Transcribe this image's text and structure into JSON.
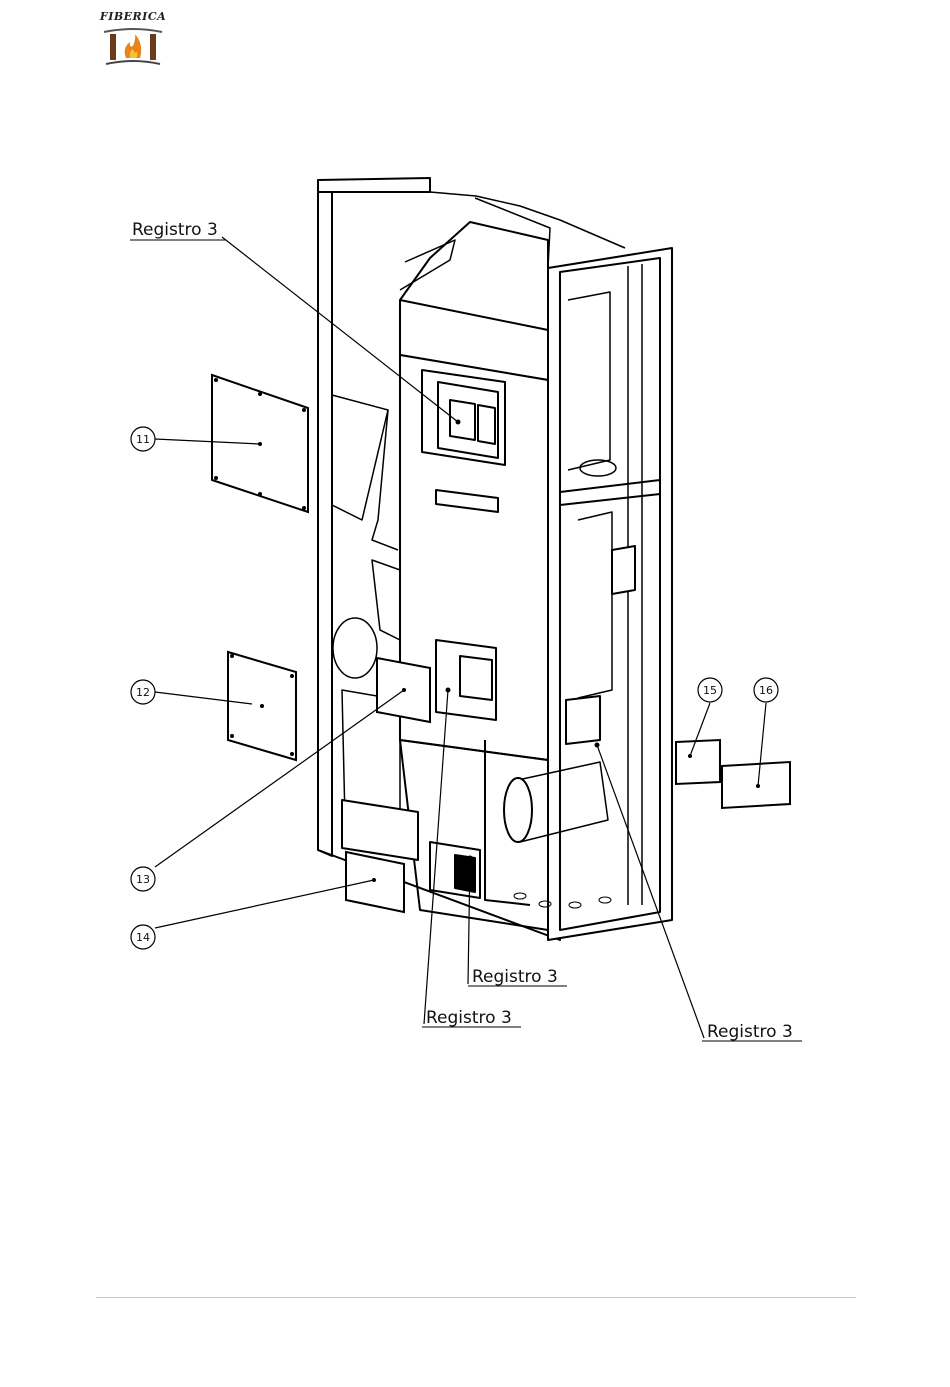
{
  "header": {
    "logo_text": "FIBERICA"
  },
  "callouts": {
    "registro_top": "Registro 3",
    "registro_mid": "Registro 3",
    "registro_low": "Registro 3",
    "registro_right": "Registro 3",
    "n11": "11",
    "n12": "12",
    "n13": "13",
    "n14": "14",
    "n15": "15",
    "n16": "16"
  }
}
